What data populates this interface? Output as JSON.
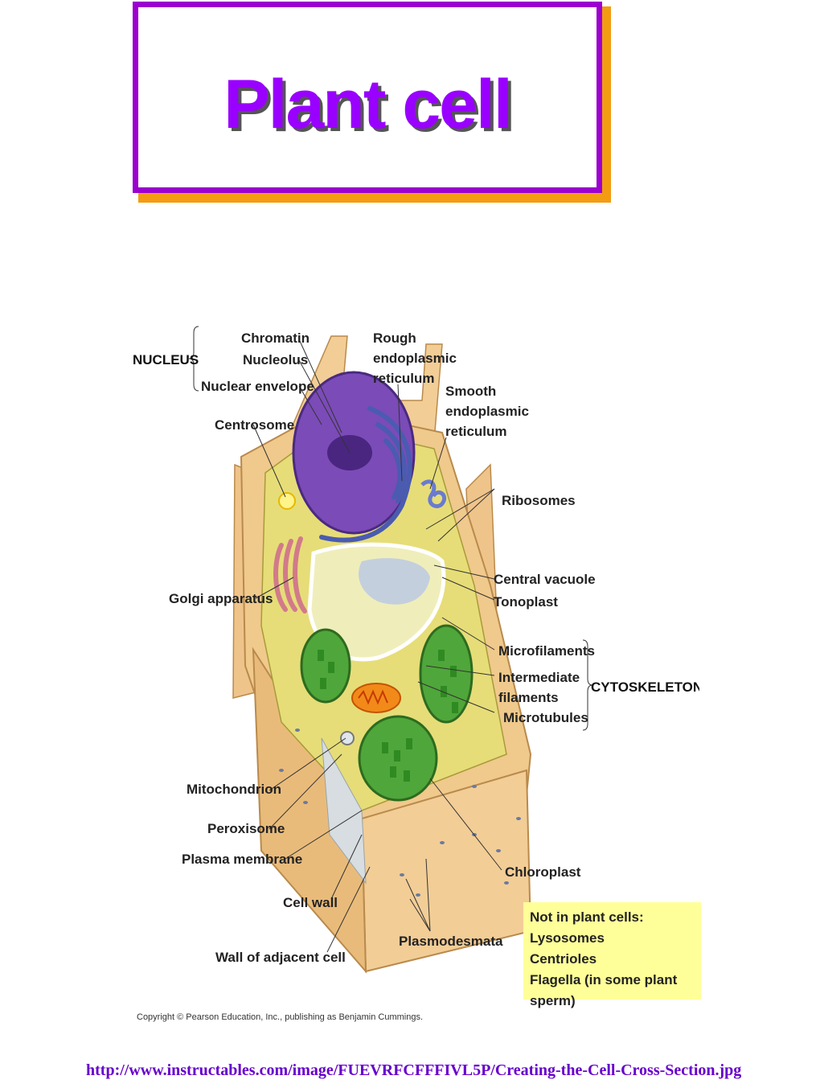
{
  "title": "Plant cell",
  "labels": {
    "nucleus": "NUCLEUS",
    "chromatin": "Chromatin",
    "nucleolus": "Nucleolus",
    "nuclear_envelope": "Nuclear envelope",
    "centrosome": "Centrosome",
    "rough_er_1": "Rough",
    "rough_er_2": "endoplasmic",
    "rough_er_3": "reticulum",
    "smooth_er_1": "Smooth",
    "smooth_er_2": "endoplasmic",
    "smooth_er_3": "reticulum",
    "ribosomes": "Ribosomes",
    "golgi": "Golgi apparatus",
    "central_vacuole": "Central vacuole",
    "tonoplast": "Tonoplast",
    "microfilaments": "Microfilaments",
    "intermediate_1": "Intermediate",
    "intermediate_2": "filaments",
    "microtubules": "Microtubules",
    "cytoskeleton": "CYTOSKELETON",
    "mitochondrion": "Mitochondrion",
    "peroxisome": "Peroxisome",
    "plasma_membrane": "Plasma membrane",
    "chloroplast": "Chloroplast",
    "cell_wall": "Cell wall",
    "plasmodesmata": "Plasmodesmata",
    "wall_adjacent": "Wall of adjacent cell"
  },
  "note": {
    "heading": "Not in plant cells:",
    "items": [
      "Lysosomes",
      "Centrioles",
      "Flagella (in some plant sperm)"
    ]
  },
  "copyright": "Copyright © Pearson Education, Inc., publishing as Benjamin Cummings.",
  "source_url": "http://www.instructables.com/image/FUEVRFCFFFIVL5P/Creating-the-Cell-Cross-Section.jpg",
  "colors": {
    "title": "#9900ff",
    "title_border": "#9b00d0",
    "title_shadow": "#f39c12",
    "cell_wall": "#f0c98c",
    "cytoplasm": "#e8e07a",
    "nucleus": "#7b4bb8",
    "chloroplast": "#4fa63a",
    "note_bg": "#ffff99"
  }
}
